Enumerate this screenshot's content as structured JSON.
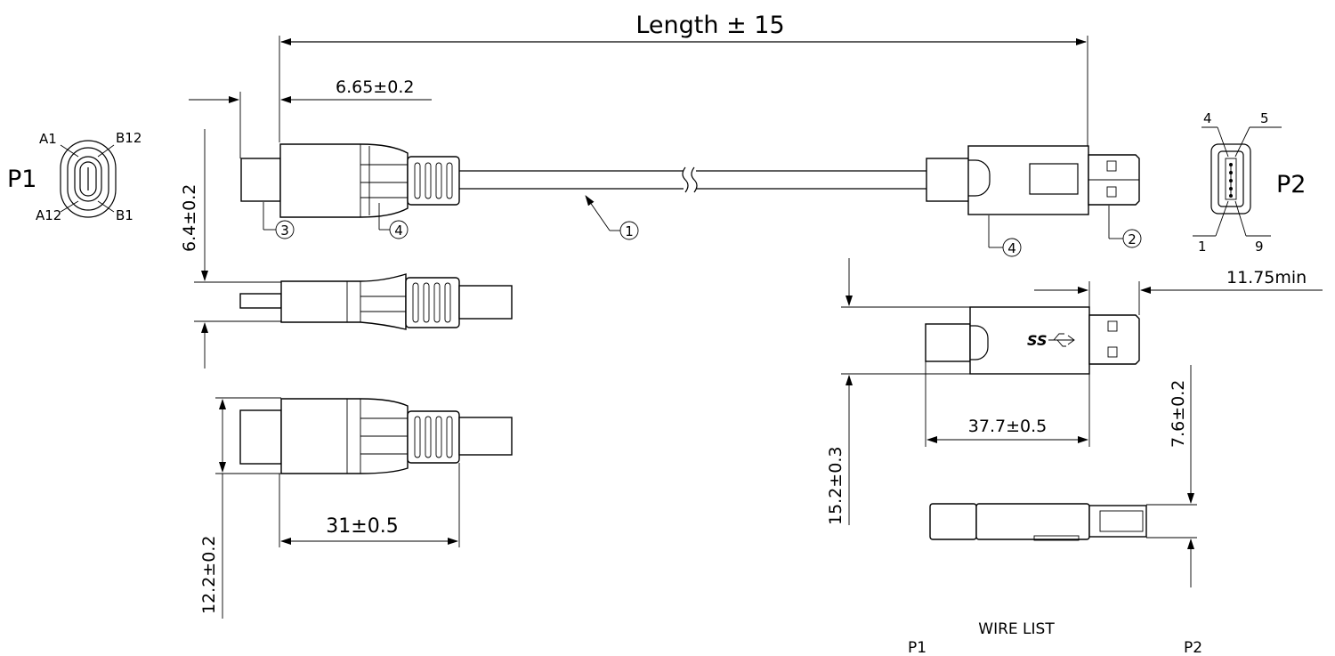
{
  "dimensions": {
    "length": "Length ± 15",
    "plug_offset": "6.65±0.2",
    "p1_height": "6.4±0.2",
    "p1_width": "12.2±0.2",
    "p1_body_length": "31±0.5",
    "p2_body_length": "37.7±0.5",
    "p2_plug_min": "11.75min",
    "p2_width": "15.2±0.3",
    "p2_height": "7.6±0.2"
  },
  "connectors": {
    "p1": {
      "label": "P1",
      "pins": {
        "a1": "A1",
        "b12": "B12",
        "a12": "A12",
        "b1": "B1"
      }
    },
    "p2": {
      "label": "P2",
      "pins": {
        "p4": "4",
        "p5": "5",
        "p1": "1",
        "p9": "9"
      }
    }
  },
  "callouts": {
    "c1": "1",
    "c2": "2",
    "c3": "3",
    "c4": "4"
  },
  "logo": {
    "superspeed": "SS"
  },
  "wire_list": {
    "title": "WIRE LIST",
    "col_p1": "P1",
    "col_p2": "P2"
  }
}
